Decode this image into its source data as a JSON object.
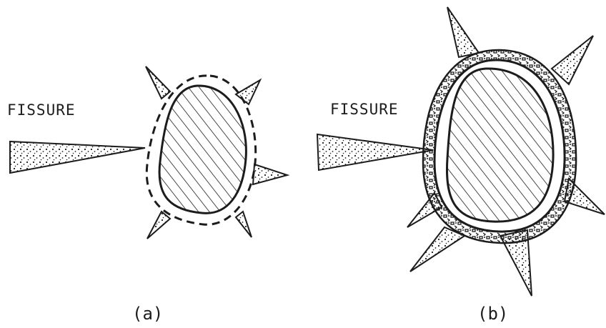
{
  "panels": [
    {
      "id": "a",
      "fissure_label": "FISSURE",
      "caption": "(a)"
    },
    {
      "id": "b",
      "fissure_label": "FISSURE",
      "caption": "(b)"
    }
  ],
  "colors": {
    "ink": "#1c1c1c",
    "paper": "#ffffff"
  }
}
